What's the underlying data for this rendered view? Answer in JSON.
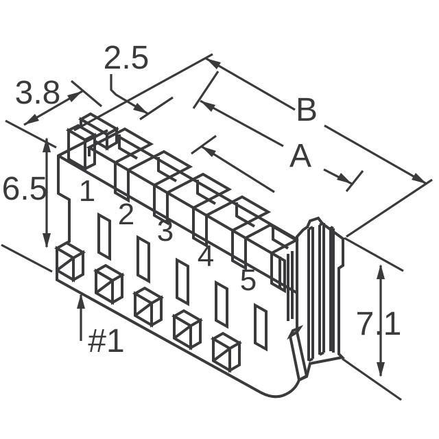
{
  "drawing": {
    "type": "isometric-technical-drawing",
    "subject": "5-position connector housing",
    "background_color": "#ffffff",
    "line_color": "#3a3a3c",
    "labels": {
      "dim_2_5": "2.5",
      "dim_3_8": "3.8",
      "dim_6_5": "6.5",
      "dim_7_1": "7.1",
      "dim_a": "A",
      "dim_b": "B",
      "pin1_marker": "#1"
    },
    "pin_numbers": [
      "1",
      "2",
      "3",
      "4",
      "5"
    ]
  }
}
